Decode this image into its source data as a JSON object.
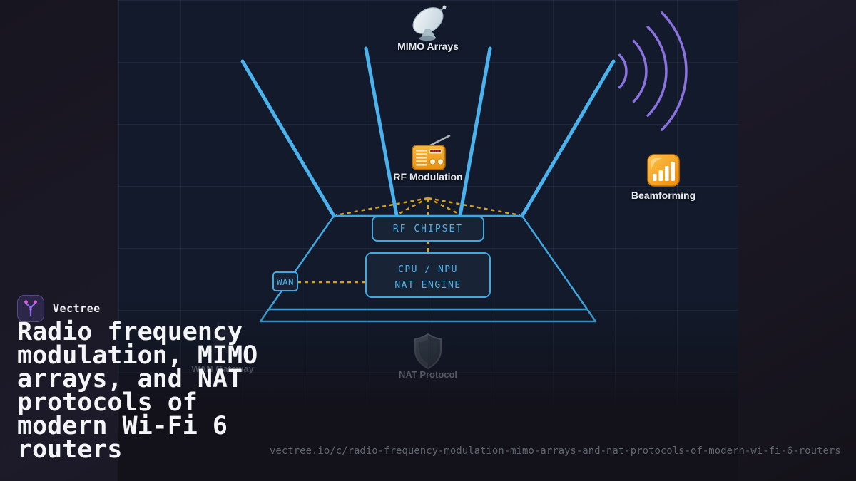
{
  "brand": {
    "name": "Vectree",
    "logo_icon": "vector-tree-icon"
  },
  "title": "Radio frequency\nmodulation, MIMO\narrays, and NAT\nprotocols of\nmodern Wi-Fi 6\nrouters",
  "footer_url": "vectree.io/c/radio-frequency-modulation-mimo-arrays-and-nat-protocols-of-modern-wi-fi-6-routers",
  "diagram": {
    "features": [
      {
        "label": "MIMO Arrays",
        "icon": "satellite-dish-icon"
      },
      {
        "label": "RF Modulation",
        "icon": "radio-icon"
      },
      {
        "label": "Beamforming",
        "icon": "signal-bars-icon"
      },
      {
        "label": "NAT Protocol",
        "icon": "shield-icon"
      },
      {
        "label": "WAN Gateway",
        "icon": "plug-icon"
      }
    ],
    "router": {
      "rf_chipset": "RF CHIPSET",
      "cpu_line1": "CPU / NPU",
      "cpu_line2": "NAT ENGINE",
      "wan_port": "WAN"
    },
    "colors": {
      "antenna_blue": "#4ab2ec",
      "outline_blue": "#3fa7e0",
      "box_text_blue": "#4fb3e8",
      "dashed_amber": "#d9a11f",
      "wave_purple": "#8b72e0",
      "icon_orange": "#f09d2a",
      "panel_navy": "#121a2b"
    }
  }
}
